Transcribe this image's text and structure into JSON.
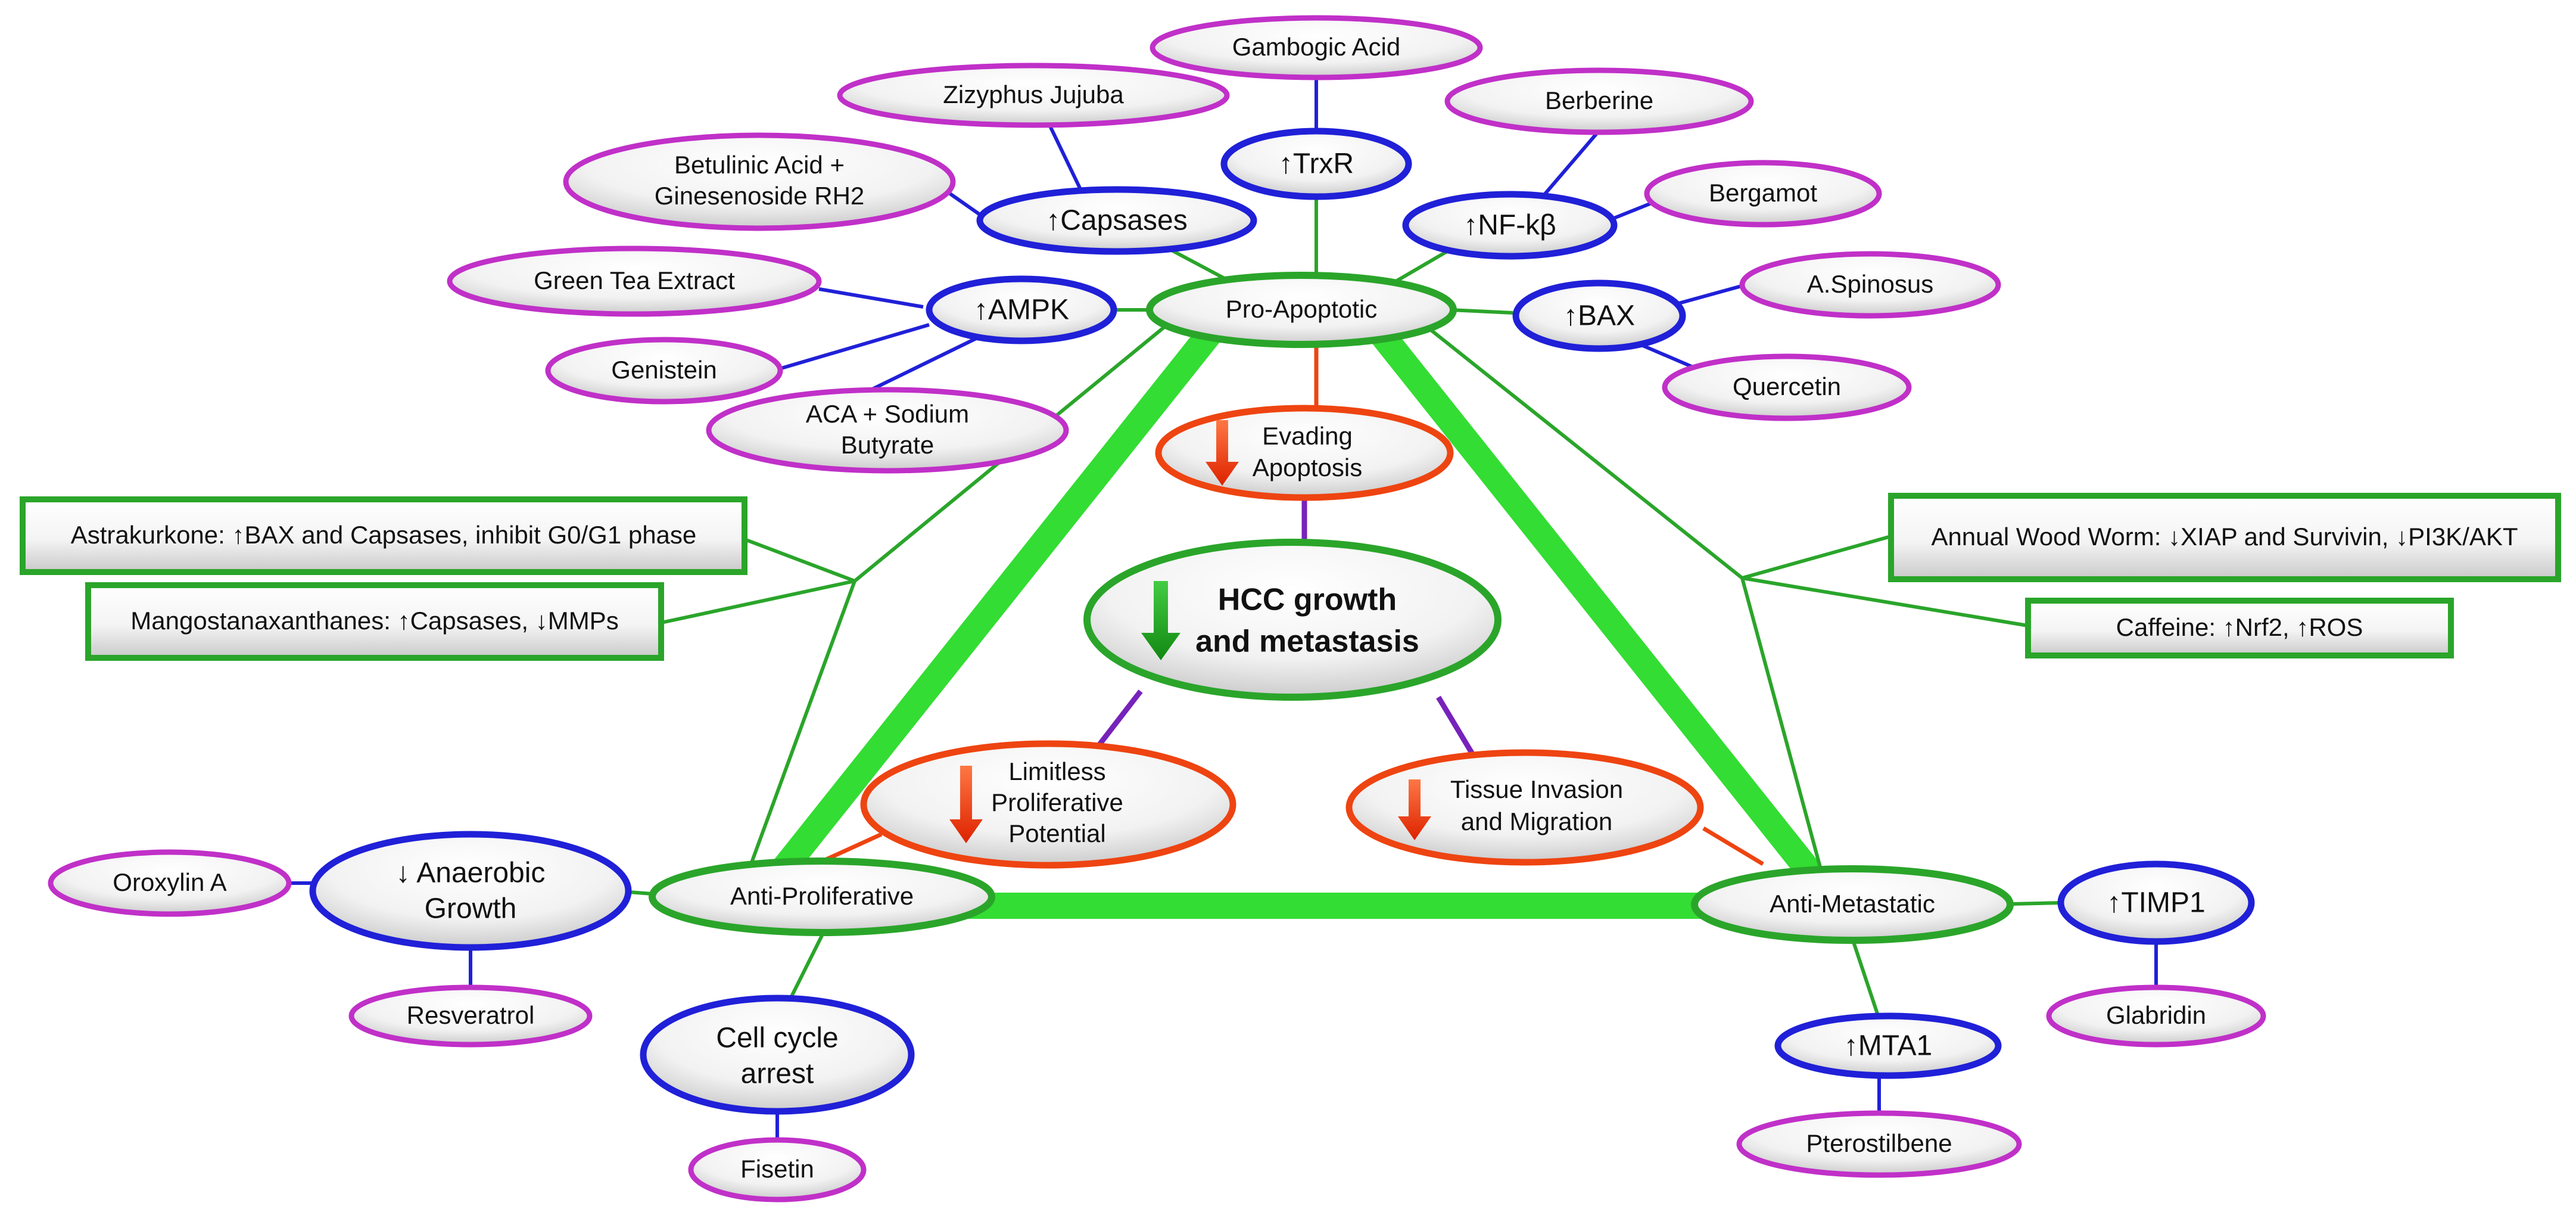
{
  "colors": {
    "green": "#2aa52a",
    "green_bright": "#33e033",
    "blue": "#2020d8",
    "magenta": "#c030c8",
    "red": "#ee4411",
    "purple": "#7722bb"
  },
  "center": {
    "line1": "HCC growth",
    "line2": "and metastasis"
  },
  "hallmarks": {
    "evading": {
      "line1": "Evading",
      "line2": "Apoptosis"
    },
    "limitless": {
      "line1": "Limitless",
      "line2": "Proliferative",
      "line3": "Potential"
    },
    "tissue": {
      "line1": "Tissue Invasion",
      "line2": "and Migration"
    }
  },
  "hubs": {
    "pro": "Pro-Apoptotic",
    "prolif": "Anti-Proliferative",
    "meta": "Anti-Metastatic"
  },
  "targets": {
    "trxr": "↑TrxR",
    "capsases": "↑Capsases",
    "nfkb": "↑NF-kβ",
    "ampk": "↑AMPK",
    "bax": "↑BAX",
    "anaerobic": {
      "line1": "↓ Anaerobic",
      "line2": "Growth"
    },
    "cellcycle": {
      "line1": "Cell cycle",
      "line2": "arrest"
    },
    "timp1": "↑TIMP1",
    "mta1": "↑MTA1"
  },
  "compounds": {
    "gambogic": "Gambogic Acid",
    "zizyphus": "Zizyphus Jujuba",
    "berberine": "Berberine",
    "betulinic": {
      "line1": "Betulinic Acid +",
      "line2": "Ginesenoside RH2"
    },
    "bergamot": "Bergamot",
    "greentea": "Green Tea Extract",
    "aspinosus": "A.Spinosus",
    "genistein": "Genistein",
    "quercetin": "Quercetin",
    "aca": {
      "line1": "ACA + Sodium",
      "line2": "Butyrate"
    },
    "oroxylin": "Oroxylin A",
    "resveratrol": "Resveratrol",
    "fisetin": "Fisetin",
    "glabridin": "Glabridin",
    "pterostilbene": "Pterostilbene"
  },
  "boxes": {
    "astrakurkone": "Astrakurkone: ↑BAX and Capsases, inhibit G0/G1 phase",
    "mangostana": "Mangostanaxanthanes: ↑Capsases, ↓MMPs",
    "woodworm": "Annual Wood Worm: ↓XIAP and Survivin, ↓PI3K/AKT",
    "caffeine": "Caffeine: ↑Nrf2, ↑ROS"
  }
}
